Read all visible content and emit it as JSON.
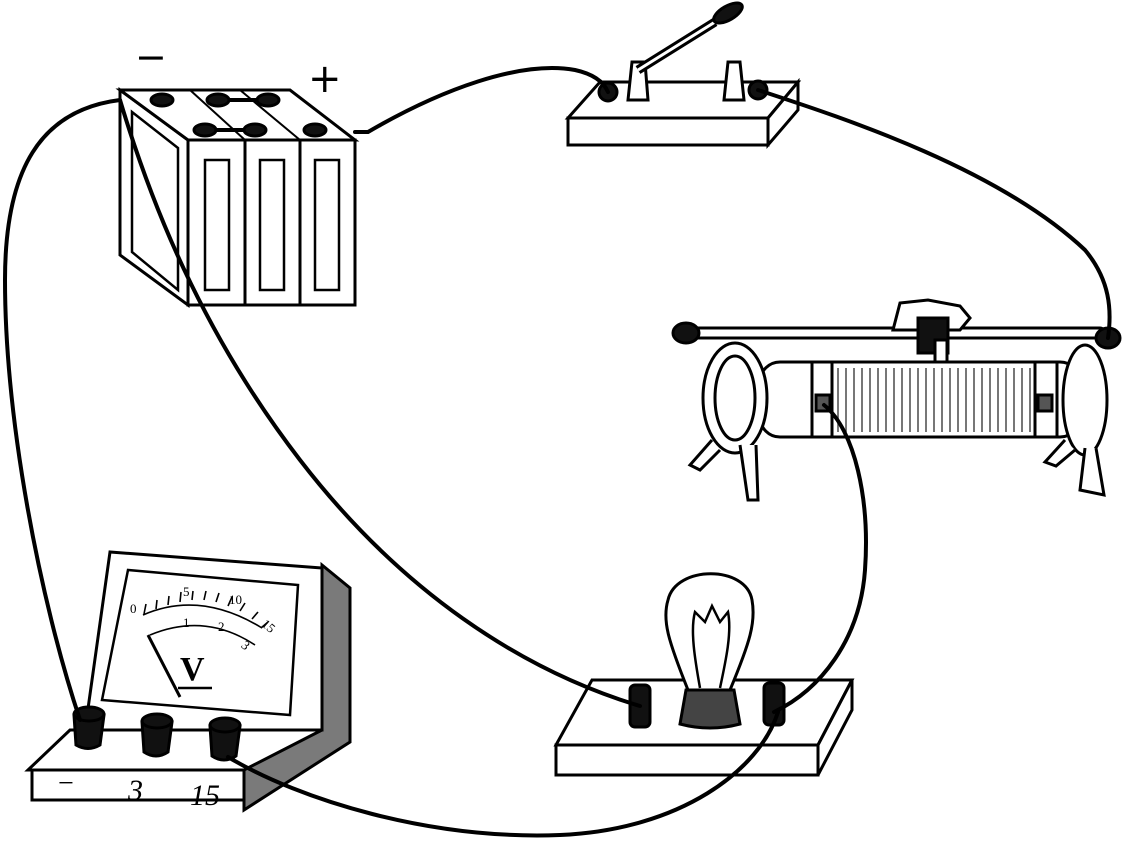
{
  "battery": {
    "negative_label": "−",
    "positive_label": "+"
  },
  "voltmeter": {
    "unit_symbol": "V",
    "scale_top": [
      "0",
      "5",
      "10",
      "15"
    ],
    "scale_bottom": [
      "1",
      "2",
      "3"
    ],
    "terminal_labels": [
      "−",
      "3",
      "15"
    ]
  },
  "colors": {
    "line": "#000000",
    "panel_side": "#7a7a7a",
    "dark_fill": "#1a1a1a",
    "lamp_base": "#444444"
  }
}
